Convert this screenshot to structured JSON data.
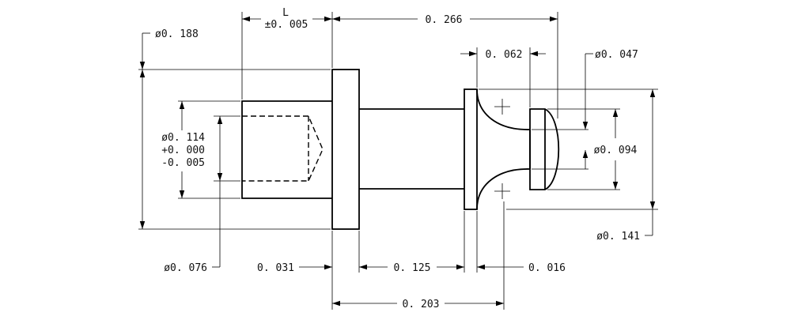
{
  "dimensions": {
    "length_label": "L",
    "length_tolerance": "±0. 005",
    "overall_length": "0. 266",
    "head_diameter": "ø0. 188",
    "groove_width": "0. 062",
    "tip_small_diameter": "ø0. 047",
    "bore_diameter": "ø0. 114",
    "bore_tolerance_plus": "+0. 000",
    "bore_tolerance_minus": "-0. 005",
    "tip_diameter": "ø0. 094",
    "flange_diameter": "ø0. 141",
    "drill_diameter": "ø0. 076",
    "head_thickness": "0. 031",
    "shank_length": "0. 125",
    "flange_thickness": "0. 016",
    "shoulder_length": "0. 203"
  }
}
